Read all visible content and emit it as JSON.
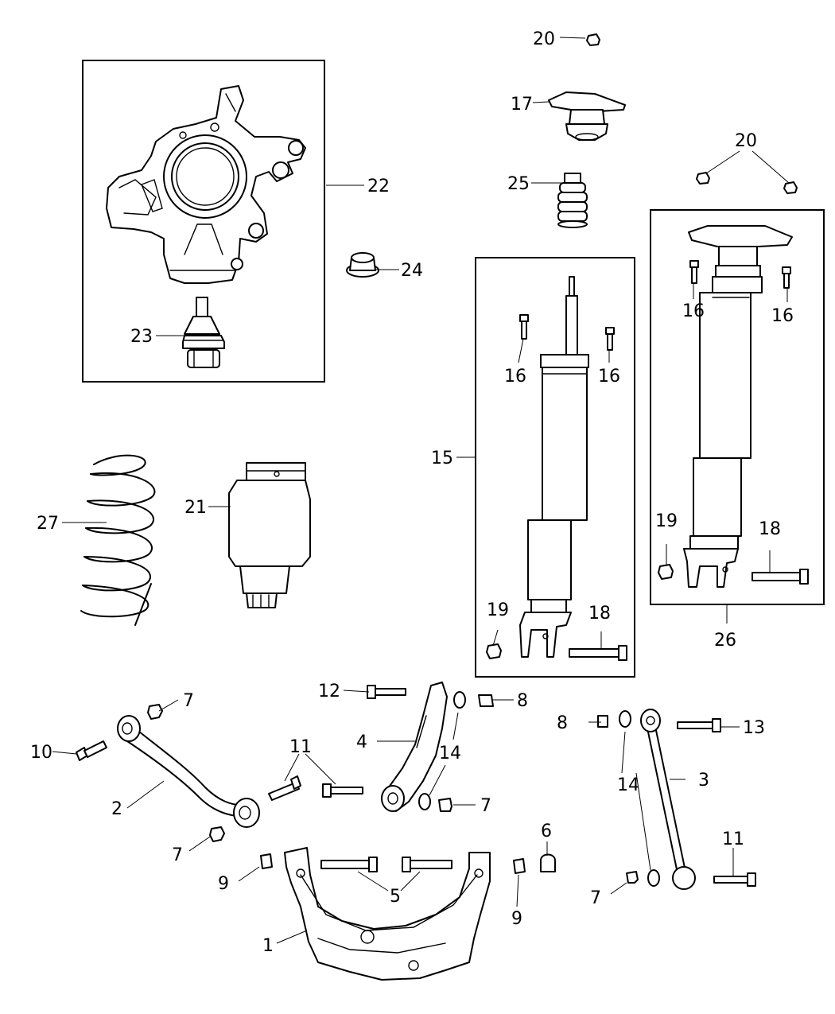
{
  "callouts": {
    "c1": "1",
    "c2": "2",
    "c3": "3",
    "c4": "4",
    "c5": "5",
    "c6": "6",
    "c7a": "7",
    "c7b": "7",
    "c7c": "7",
    "c7d": "7",
    "c8a": "8",
    "c8b": "8",
    "c9a": "9",
    "c9b": "9",
    "c10": "10",
    "c11a": "11",
    "c11b": "11",
    "c12": "12",
    "c13": "13",
    "c14a": "14",
    "c14b": "14",
    "c15": "15",
    "c16a": "16",
    "c16b": "16",
    "c16c": "16",
    "c16d": "16",
    "c17": "17",
    "c18a": "18",
    "c18b": "18",
    "c19a": "19",
    "c19b": "19",
    "c20a": "20",
    "c20b": "20",
    "c21": "21",
    "c22": "22",
    "c23": "23",
    "c24": "24",
    "c25": "25",
    "c26": "26",
    "c27": "27"
  },
  "icons": [
    "knuckle-icon",
    "ball-joint-icon",
    "flange-nut-icon",
    "coil-spring-icon",
    "air-spring-icon",
    "shock-absorber-icon",
    "air-shock-icon",
    "cradle-icon",
    "control-arm-icon",
    "link-icon",
    "bolt-icon",
    "nut-icon",
    "bushing-icon",
    "strut-mount-icon",
    "jounce-bumper-icon"
  ]
}
